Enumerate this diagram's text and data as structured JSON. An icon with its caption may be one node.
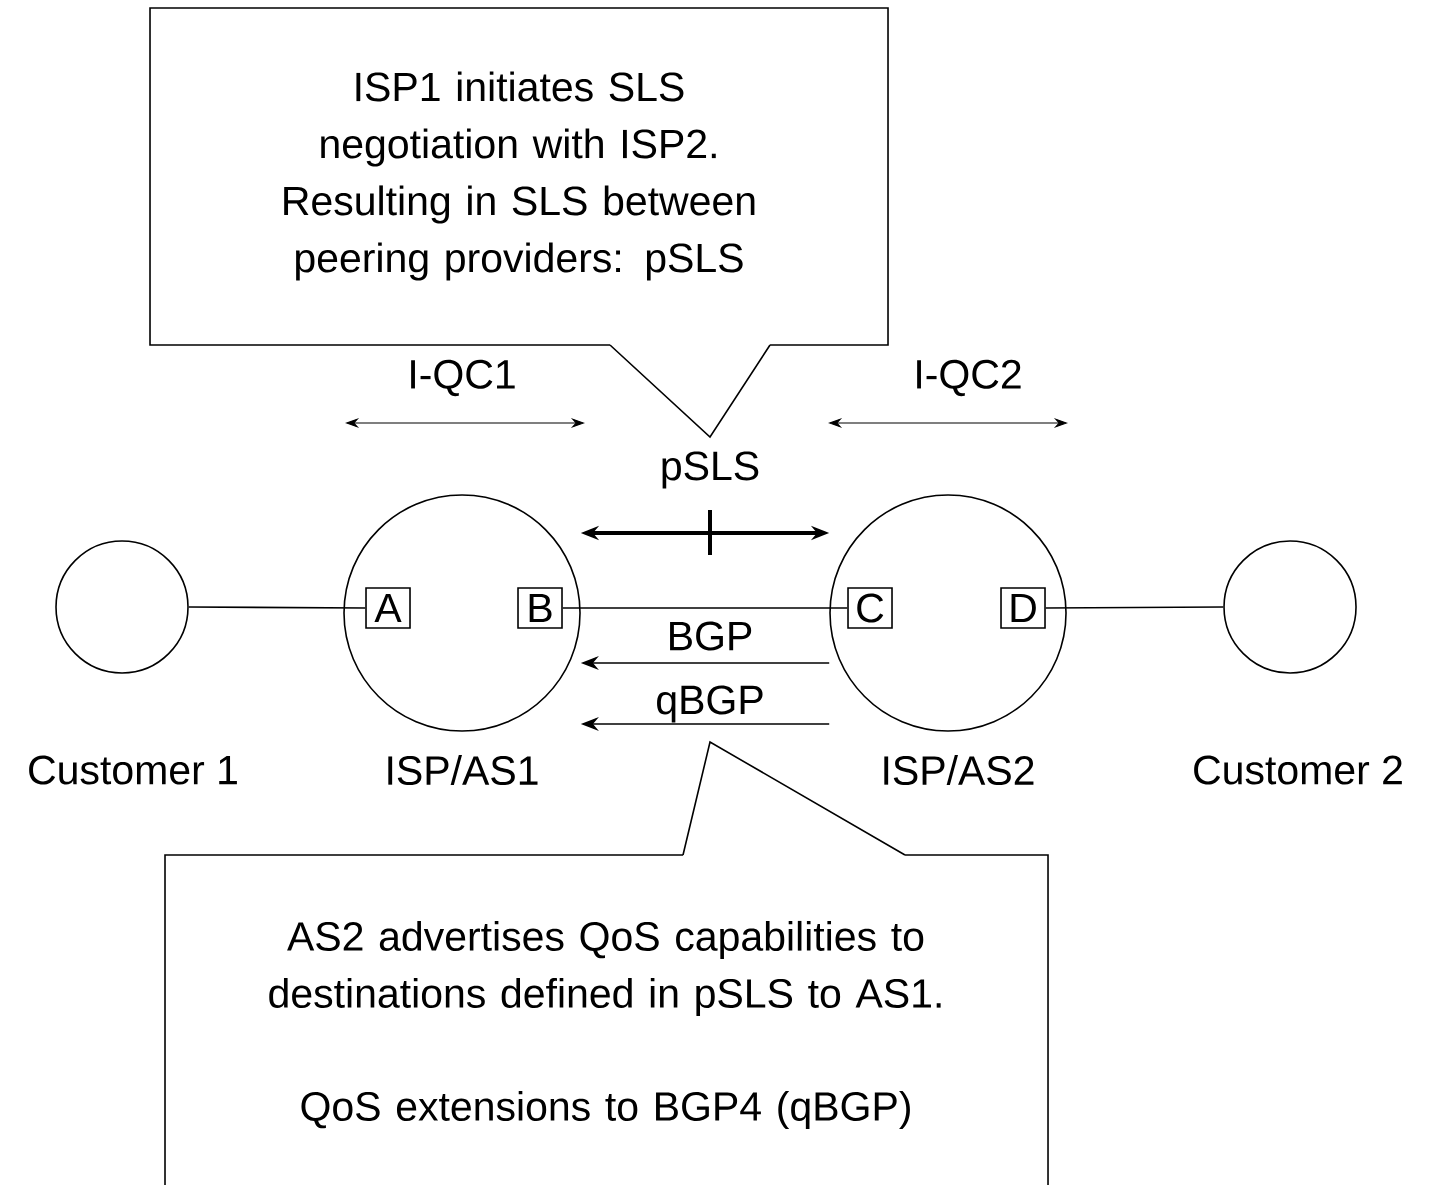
{
  "diagram": {
    "nodes": [
      {
        "text": [
          "ISP1 initiates SLS negotiation with ISP2.",
          "Resulting in SLS between peering providers: pSLS"
        ]
      },
      {
        "text": [
          "Customer 1"
        ]
      },
      {
        "text": [
          "ISP/AS1"
        ]
      },
      {
        "text": [
          "A"
        ],
        "in": 2
      },
      {
        "text": [
          "B"
        ],
        "in": 2
      },
      {
        "text": [
          "ISP/AS2"
        ]
      },
      {
        "text": [
          "C"
        ],
        "in": 5
      },
      {
        "text": [
          "D"
        ],
        "in": 5
      },
      {
        "text": [
          "Customer 2"
        ]
      },
      {
        "text": [
          "AS2 advertises QoS capabilities to destinations defined in pSLS to AS1.",
          "QoS extensions to BGP4 (qBGP)"
        ]
      }
    ],
    "edges": [
      {
        "from": 1,
        "to": 3,
        "arrow": "none"
      },
      {
        "from": 4,
        "to": 6,
        "arrow": "none"
      },
      {
        "from": 7,
        "to": 8,
        "arrow": "none"
      },
      {
        "from": 2,
        "to": 5,
        "arrow": "both",
        "style": "thick",
        "label": "pSLS"
      },
      {
        "from": 5,
        "to": 2,
        "arrow": "to",
        "label": "BGP"
      },
      {
        "from": 5,
        "to": 2,
        "arrow": "to",
        "label": "qBGP"
      }
    ],
    "labels": [
      "I-QC1",
      "I-QC2"
    ]
  }
}
